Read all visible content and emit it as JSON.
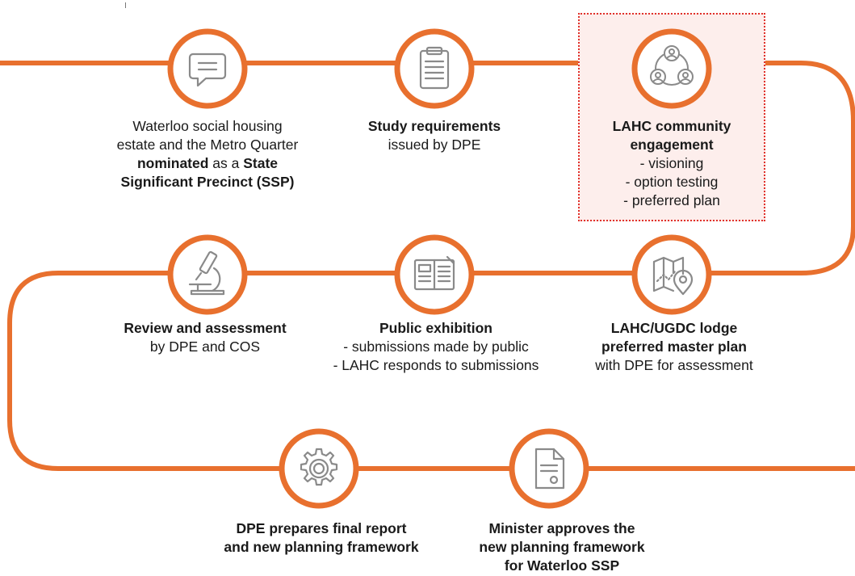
{
  "colors": {
    "path": "#e8702e",
    "icon": "#8a8a8a",
    "highlight_fill": "#fdeeec",
    "highlight_border": "#e0312b"
  },
  "steps": [
    {
      "icon": "speech-bubble-icon",
      "lines": [
        [
          {
            "t": "Waterloo social housing",
            "b": false
          }
        ],
        [
          {
            "t": "estate and the Metro Quarter",
            "b": false
          }
        ],
        [
          {
            "t": "nominated",
            "b": true
          },
          {
            "t": " as a ",
            "b": false
          },
          {
            "t": "State",
            "b": true
          }
        ],
        [
          {
            "t": "Significant Precinct (SSP)",
            "b": true
          }
        ]
      ]
    },
    {
      "icon": "clipboard-icon",
      "lines": [
        [
          {
            "t": "Study requirements",
            "b": true
          }
        ],
        [
          {
            "t": "issued by DPE",
            "b": false
          }
        ]
      ]
    },
    {
      "icon": "community-people-icon",
      "lines": [
        [
          {
            "t": "LAHC community",
            "b": true
          }
        ],
        [
          {
            "t": "engagement",
            "b": true
          }
        ],
        [
          {
            "t": "- visioning",
            "b": false
          }
        ],
        [
          {
            "t": "- option testing",
            "b": false
          }
        ],
        [
          {
            "t": "- preferred plan",
            "b": false
          }
        ]
      ]
    },
    {
      "icon": "map-pin-icon",
      "lines": [
        [
          {
            "t": "LAHC/UGDC lodge",
            "b": true
          }
        ],
        [
          {
            "t": "preferred master plan",
            "b": true
          }
        ],
        [
          {
            "t": "with DPE for assessment",
            "b": false
          }
        ]
      ]
    },
    {
      "icon": "newspaper-icon",
      "lines": [
        [
          {
            "t": "Public exhibition",
            "b": true
          }
        ],
        [
          {
            "t": "- submissions made by public",
            "b": false
          }
        ],
        [
          {
            "t": "- LAHC responds to submissions",
            "b": false
          }
        ]
      ]
    },
    {
      "icon": "microscope-icon",
      "lines": [
        [
          {
            "t": "Review and assessment",
            "b": true
          }
        ],
        [
          {
            "t": "by DPE and COS",
            "b": false
          }
        ]
      ]
    },
    {
      "icon": "gear-icon",
      "lines": [
        [
          {
            "t": "DPE prepares final report",
            "b": true
          }
        ],
        [
          {
            "t": "and new planning framework",
            "b": true
          }
        ]
      ]
    },
    {
      "icon": "document-icon",
      "lines": [
        [
          {
            "t": "Minister approves the",
            "b": true
          }
        ],
        [
          {
            "t": "new planning framework",
            "b": true
          }
        ],
        [
          {
            "t": "for Waterloo SSP",
            "b": true
          }
        ]
      ]
    }
  ]
}
